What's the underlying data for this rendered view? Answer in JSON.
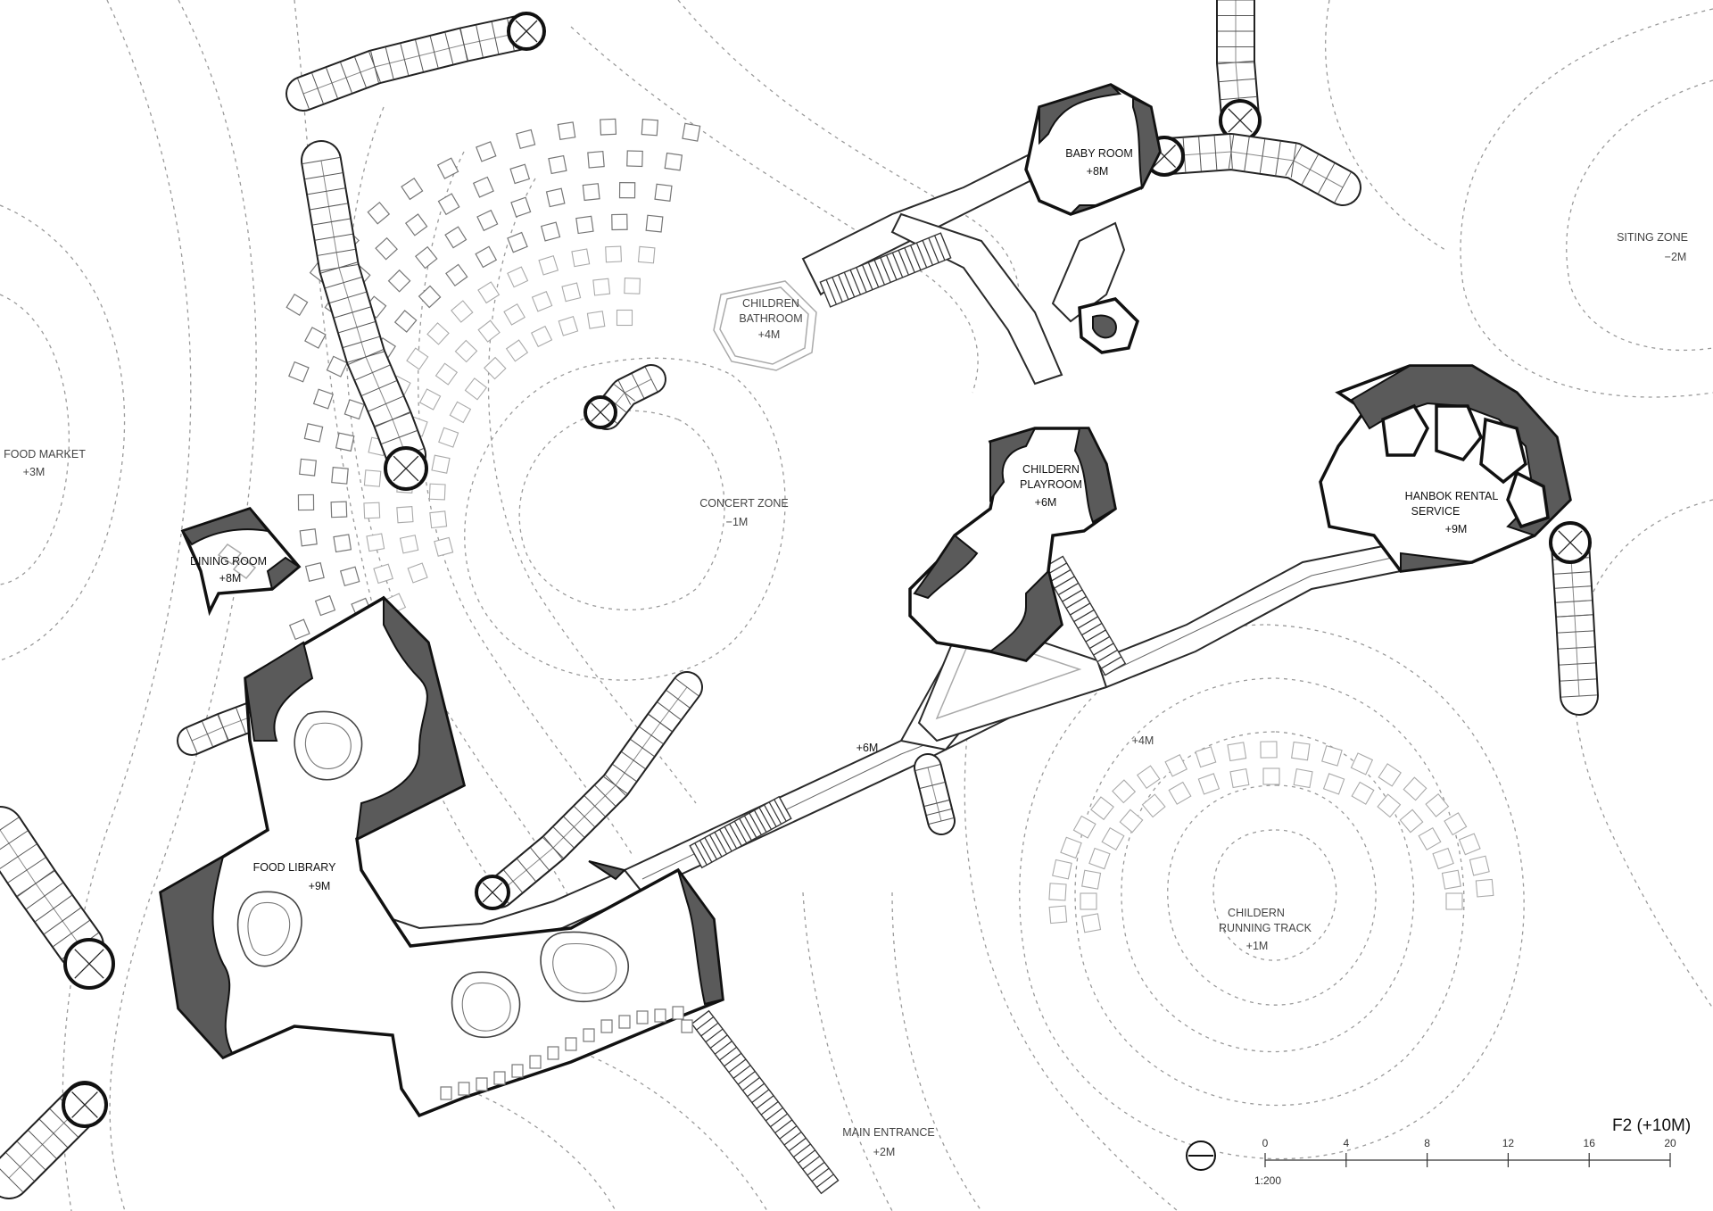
{
  "zones": [
    {
      "id": "food-market",
      "name": "FOOD MARKET",
      "level": "+3M"
    },
    {
      "id": "dining-room",
      "name": "DINING ROOM",
      "level": "+8M"
    },
    {
      "id": "children-bathroom",
      "name_lines": [
        "CHILDREN",
        "BATHROOM"
      ],
      "level": "+4M"
    },
    {
      "id": "concert-zone",
      "name": "CONCERT ZONE",
      "level": "−1M"
    },
    {
      "id": "baby-room",
      "name": "BABY ROOM",
      "level": "+8M"
    },
    {
      "id": "siting-zone",
      "name": "SITING ZONE",
      "level": "−2M"
    },
    {
      "id": "childern-playroom",
      "name_lines": [
        "CHILDERN",
        "PLAYROOM"
      ],
      "level": "+6M"
    },
    {
      "id": "hanbok-rental",
      "name_lines": [
        "HANBOK RENTAL",
        "SERVICE"
      ],
      "level": "+9M"
    },
    {
      "id": "food-library",
      "name": "FOOD LIBRARY",
      "level": "+9M"
    },
    {
      "id": "childern-running-track",
      "name_lines": [
        "CHILDERN",
        "RUNNING TRACK"
      ],
      "level": "+1M"
    },
    {
      "id": "main-entrance",
      "name": "MAIN ENTRANCE",
      "level": "+2M"
    }
  ],
  "path_levels": [
    "+6M",
    "+4M"
  ],
  "floor": {
    "title": "F2 (+10M)"
  },
  "scale": {
    "ticks": [
      "0",
      "4",
      "8",
      "12",
      "16",
      "20"
    ],
    "ratio": "1:200"
  }
}
